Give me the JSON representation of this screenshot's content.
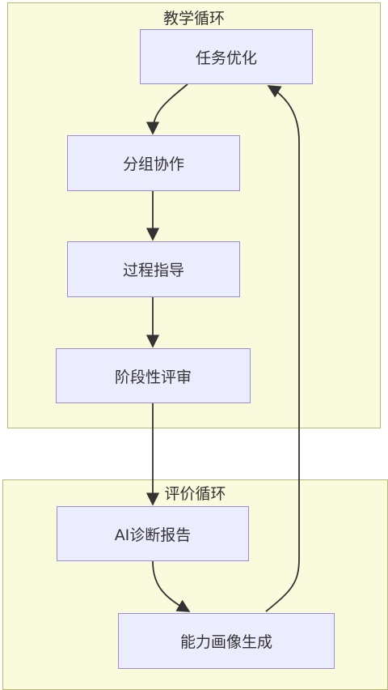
{
  "clusters": {
    "teaching": {
      "title": "教学循环"
    },
    "evaluation": {
      "title": "评价循环"
    }
  },
  "nodes": {
    "task_optimization": "任务优化",
    "group_collaboration": "分组协作",
    "process_guidance": "过程指导",
    "stage_review": "阶段性评审",
    "ai_report": "AI诊断报告",
    "ability_profile": "能力画像生成"
  },
  "edges": [
    {
      "from": "任务优化",
      "to": "分组协作"
    },
    {
      "from": "分组协作",
      "to": "过程指导"
    },
    {
      "from": "过程指导",
      "to": "阶段性评审"
    },
    {
      "from": "阶段性评审",
      "to": "AI诊断报告"
    },
    {
      "from": "AI诊断报告",
      "to": "能力画像生成"
    },
    {
      "from": "能力画像生成",
      "to": "任务优化"
    }
  ],
  "colors": {
    "cluster_fill": "#fafadc",
    "cluster_border": "#b8b870",
    "node_fill": "#ececff",
    "node_border": "#9a8cd6",
    "edge": "#333333"
  }
}
